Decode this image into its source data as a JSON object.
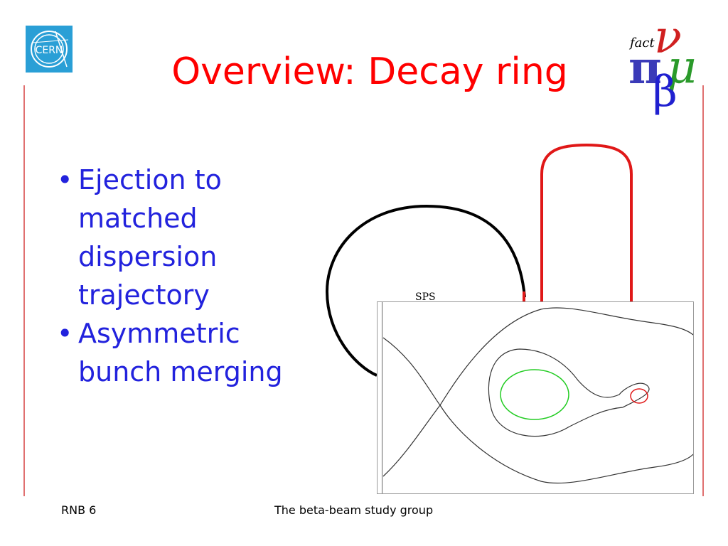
{
  "slide": {
    "title": "Overview: Decay ring",
    "bullets": [
      "Ejection to matched dispersion trajectory",
      "Asymmetric bunch merging"
    ],
    "bullet_symbol": "•"
  },
  "cern_logo": {
    "label": "CERN",
    "color": "#2a9fd6"
  },
  "beta_logo": {
    "fact": "fact",
    "nu": "ν",
    "mu": "μ",
    "pi": "π",
    "beta": "β"
  },
  "diagram": {
    "sps_label": "SPS"
  },
  "footer": {
    "left": "RNB 6",
    "center": "The beta-beam study group"
  },
  "colors": {
    "title": "#ff0000",
    "bullets": "#2222dd",
    "decay_ring": "#e01818",
    "sps_ring": "#000000",
    "inner_contour": "#22cc22",
    "small_contour": "#e01818"
  }
}
